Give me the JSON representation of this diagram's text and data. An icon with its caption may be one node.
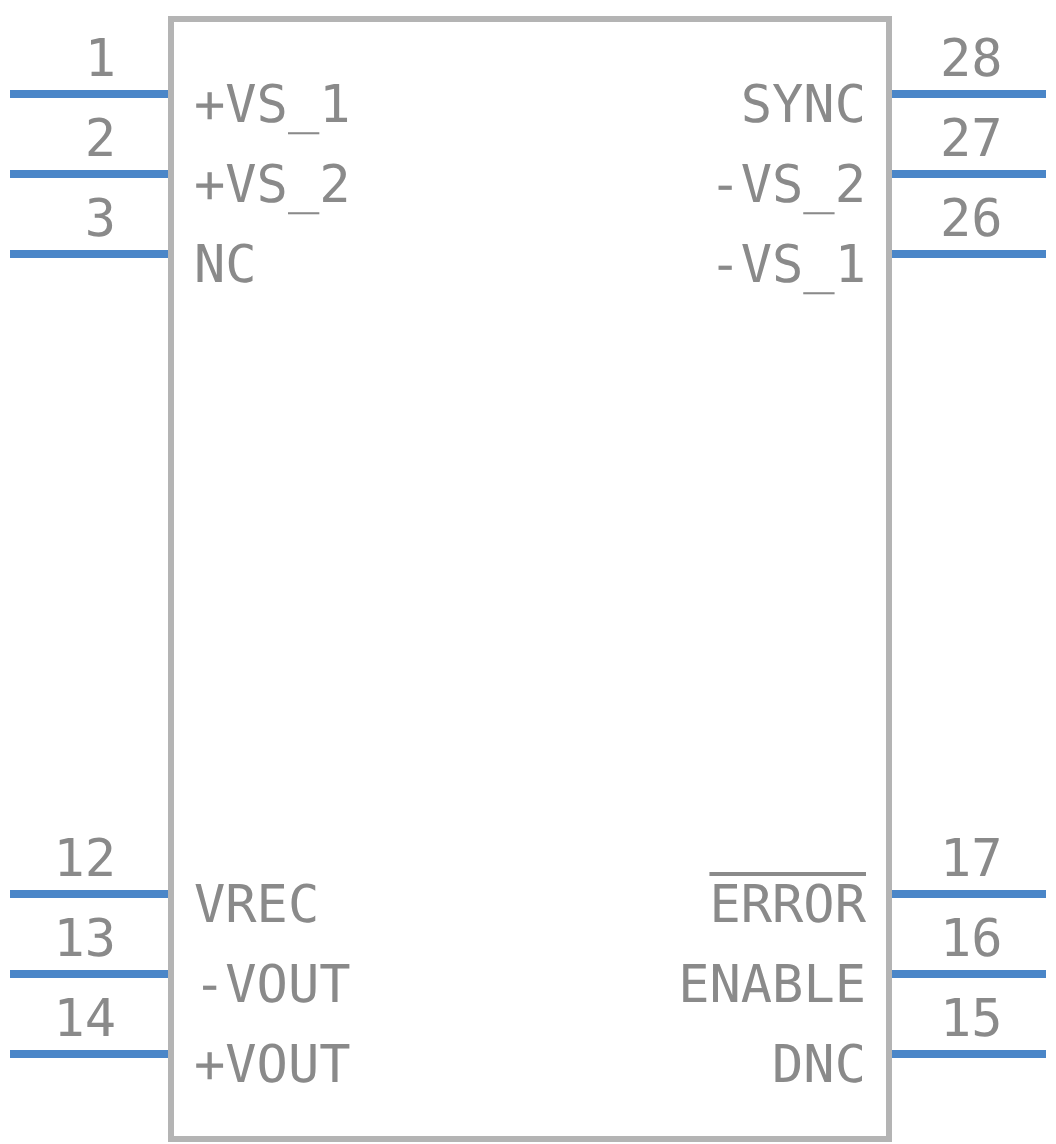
{
  "diagram": {
    "nodes": [
      {
        "text": [
          "+VS_1",
          "SYNC",
          "+VS_2",
          "-VS_2",
          "NC",
          "-VS_1",
          "VREC",
          "ERROR",
          "-VOUT",
          "ENABLE",
          "+VOUT",
          "DNC"
        ]
      }
    ],
    "labels": [
      "1",
      "28",
      "2",
      "27",
      "3",
      "26",
      "12",
      "17",
      "13",
      "16",
      "14",
      "15"
    ]
  }
}
